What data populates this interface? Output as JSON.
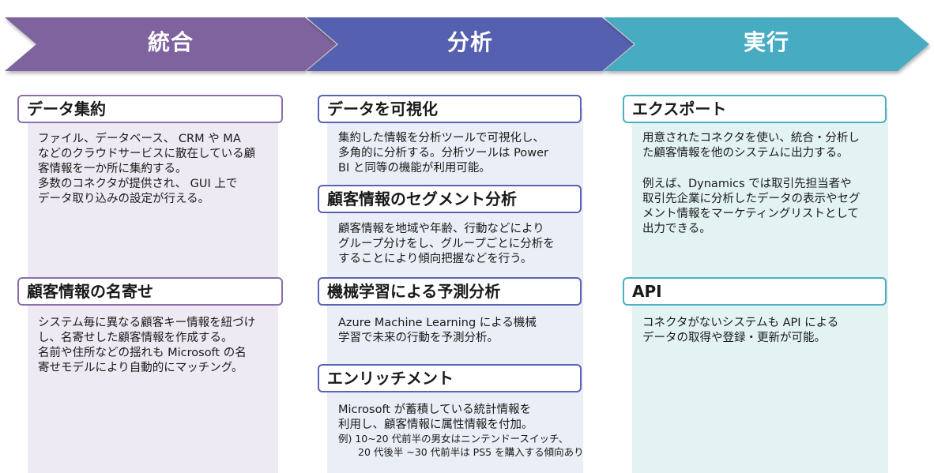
{
  "colors": {
    "integrate": "#7e649e",
    "analyze": "#5661b0",
    "execute": "#46abc2"
  },
  "stages": [
    {
      "label": "統合"
    },
    {
      "label": "分析"
    },
    {
      "label": "実行"
    }
  ],
  "integrate": {
    "data_aggregation": {
      "title": "データ集約",
      "lines": [
        "ファイル、データベース、 CRM や MA",
        "などのクラウドサービスに散在している顧",
        "客情報を一か所に集約する。",
        "多数のコネクタが提供され、 GUI 上で",
        "データ取り込みの設定が行える。"
      ]
    },
    "identity_resolution": {
      "title": "顧客情報の名寄せ",
      "lines": [
        "システム毎に異なる顧客キー情報を紐づけ",
        "し、名寄せした顧客情報を作成する。",
        "名前や住所などの揺れも Microsoft の名",
        "寄せモデルにより自動的にマッチング。"
      ]
    }
  },
  "analyze": {
    "visualization": {
      "title": "データを可視化",
      "lines": [
        "集約した情報を分析ツールで可視化し、",
        "多角的に分析する。分析ツールは Power",
        "BI と同等の機能が利用可能。"
      ]
    },
    "segmentation": {
      "title": "顧客情報のセグメント分析",
      "lines": [
        "顧客情報を地域や年齢、行動などにより",
        "グループ分けをし、グループごとに分析を",
        "することにより傾向把握などを行う。"
      ]
    },
    "machine_learning": {
      "title": "機械学習による予測分析",
      "lines": [
        "Azure Machine Learning による機械",
        "学習で未来の行動を予測分析。"
      ]
    },
    "enrichment": {
      "title": "エンリッチメント",
      "lines": [
        "Microsoft が蓄積している統計情報を",
        "利用し、顧客情報に属性情報を付加。"
      ],
      "example_lines": [
        "例) 10~20 代前半の男女はニンテンドースイッチ、",
        "　　20 代後半 ~30 代前半は PS5 を購入する傾向あり"
      ]
    }
  },
  "execute": {
    "export": {
      "title": "エクスポート",
      "lines": [
        "用意されたコネクタを使い、統合・分析し",
        "た顧客情報を他のシステムに出力する。"
      ],
      "example_lines": [
        "例えば、Dynamics では取引先担当者や",
        "取引先企業に分析したデータの表示やセグ",
        "メント情報をマーケティングリストとして",
        "出力できる。"
      ]
    },
    "api": {
      "title": "API",
      "lines": [
        "コネクタがないシステムも API による",
        "データの取得や登録・更新が可能。"
      ]
    }
  }
}
